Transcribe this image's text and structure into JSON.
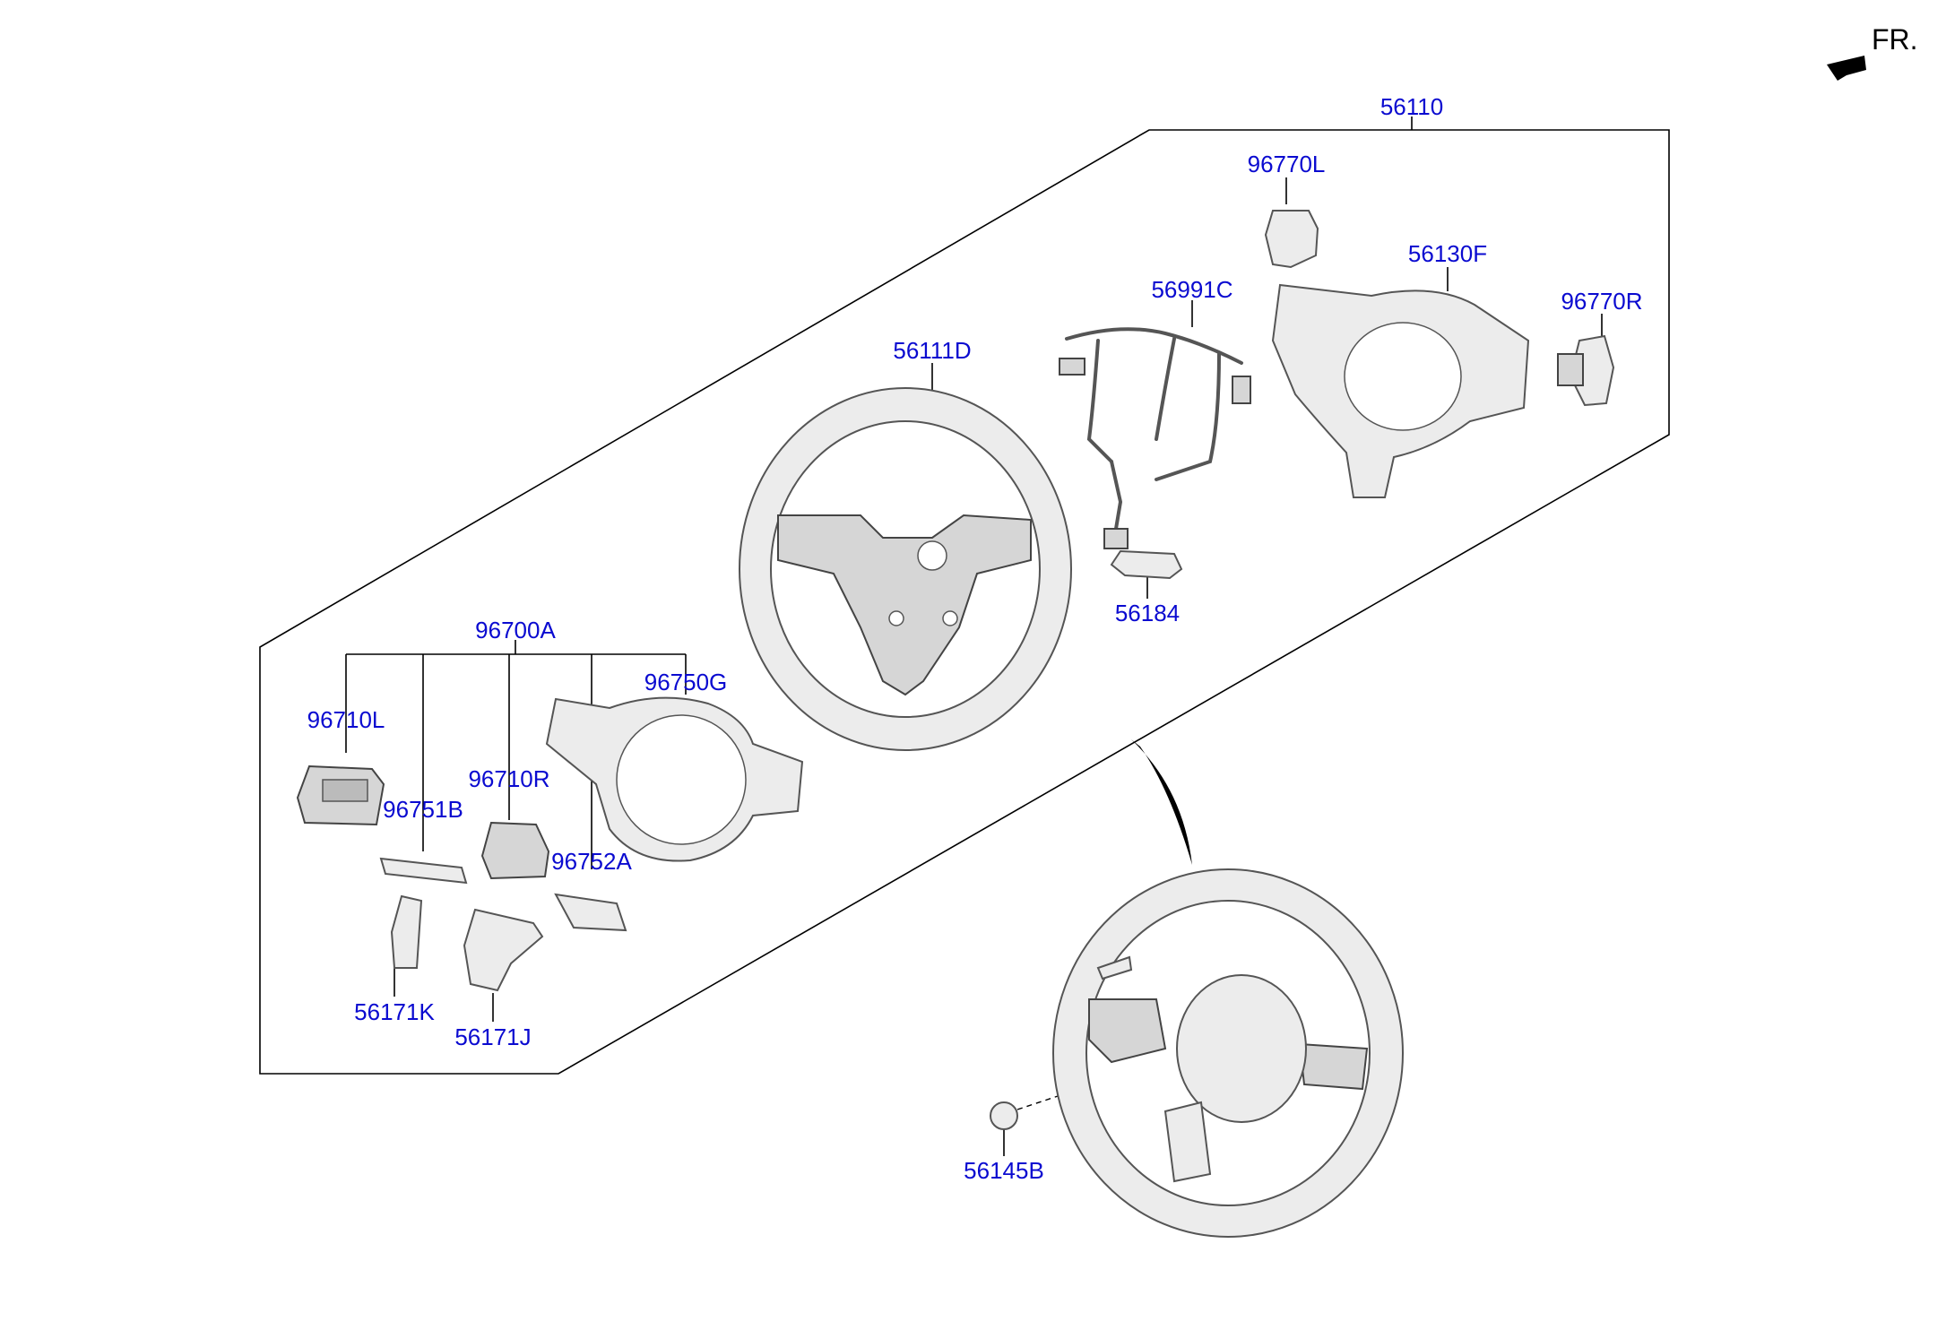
{
  "orientation": {
    "label": "FR."
  },
  "callouts": {
    "c56110": "56110",
    "c96770L": "96770L",
    "c56130F": "56130F",
    "c96770R": "96770R",
    "c56991C": "56991C",
    "c56111D": "56111D",
    "c56184": "56184",
    "c96700A": "96700A",
    "c96750G": "96750G",
    "c96710L": "96710L",
    "c96710R": "96710R",
    "c96751B": "96751B",
    "c96752A": "96752A",
    "c56171K": "56171K",
    "c56171J": "56171J",
    "c56145B": "56145B"
  },
  "colors": {
    "callout_text": "#0a0ad0",
    "part_fill": "#ececec",
    "line": "#000000"
  }
}
